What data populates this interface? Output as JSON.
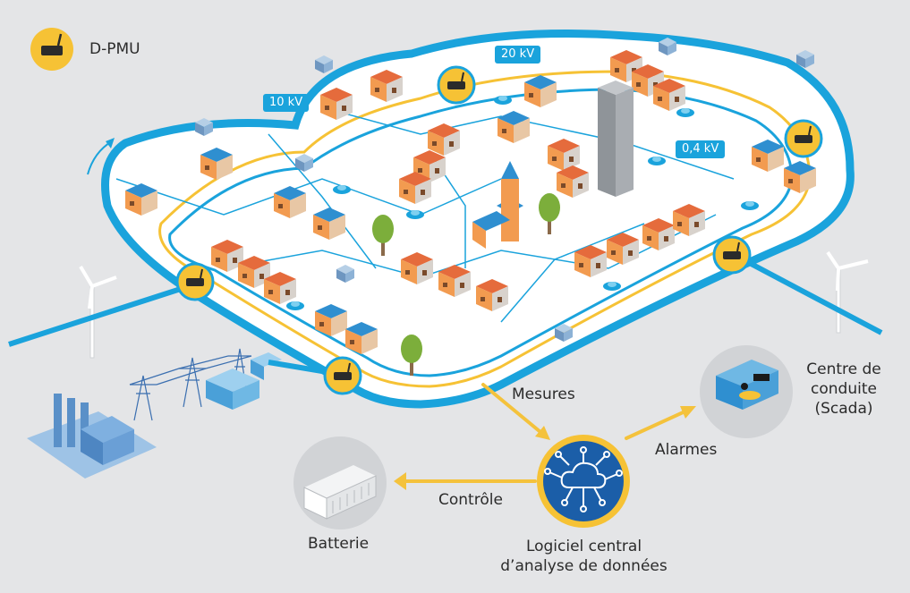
{
  "legend": {
    "label": "D-PMU",
    "icon": "pmu-device-icon"
  },
  "voltages": {
    "v20": "20 kV",
    "v10": "10 kV",
    "v04": "0,4 kV"
  },
  "flows": {
    "mesures": "Mesures",
    "alarmes": "Alarmes",
    "controle": "Contrôle"
  },
  "nodes": {
    "scada": [
      "Centre de",
      "conduite",
      "(Scada)"
    ],
    "batterie": "Batterie",
    "logiciel": [
      "Logiciel central",
      "d’analyse de données"
    ]
  },
  "colors": {
    "background": "#e4e5e7",
    "ring_blue": "#1aa3dc",
    "pmu_yellow": "#f6c235",
    "arrow_yellow": "#f4c23c",
    "roof_orange": "#e56b3c",
    "wall_orange": "#f29b50",
    "center_blue": "#1b5ea8"
  }
}
